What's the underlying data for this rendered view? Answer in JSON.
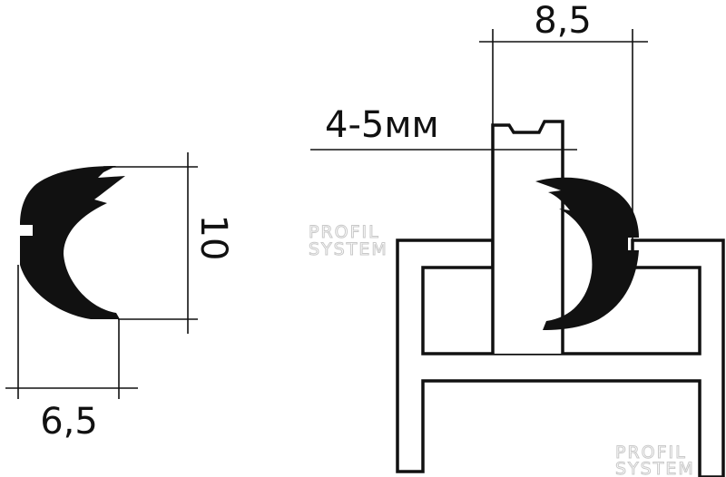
{
  "dimensions": {
    "seal_height": "10",
    "seal_width": "6,5",
    "groove_width": "8,5",
    "glass_thickness": "4-5мм"
  },
  "watermarks": {
    "center_line1": "PROFIL",
    "center_line2": "SYSTEM",
    "corner_line1": "PROFIL",
    "corner_line2": "SYSTEM"
  },
  "colors": {
    "ink": "#111111",
    "background": "#ffffff",
    "watermark": "#c9c9c9"
  }
}
